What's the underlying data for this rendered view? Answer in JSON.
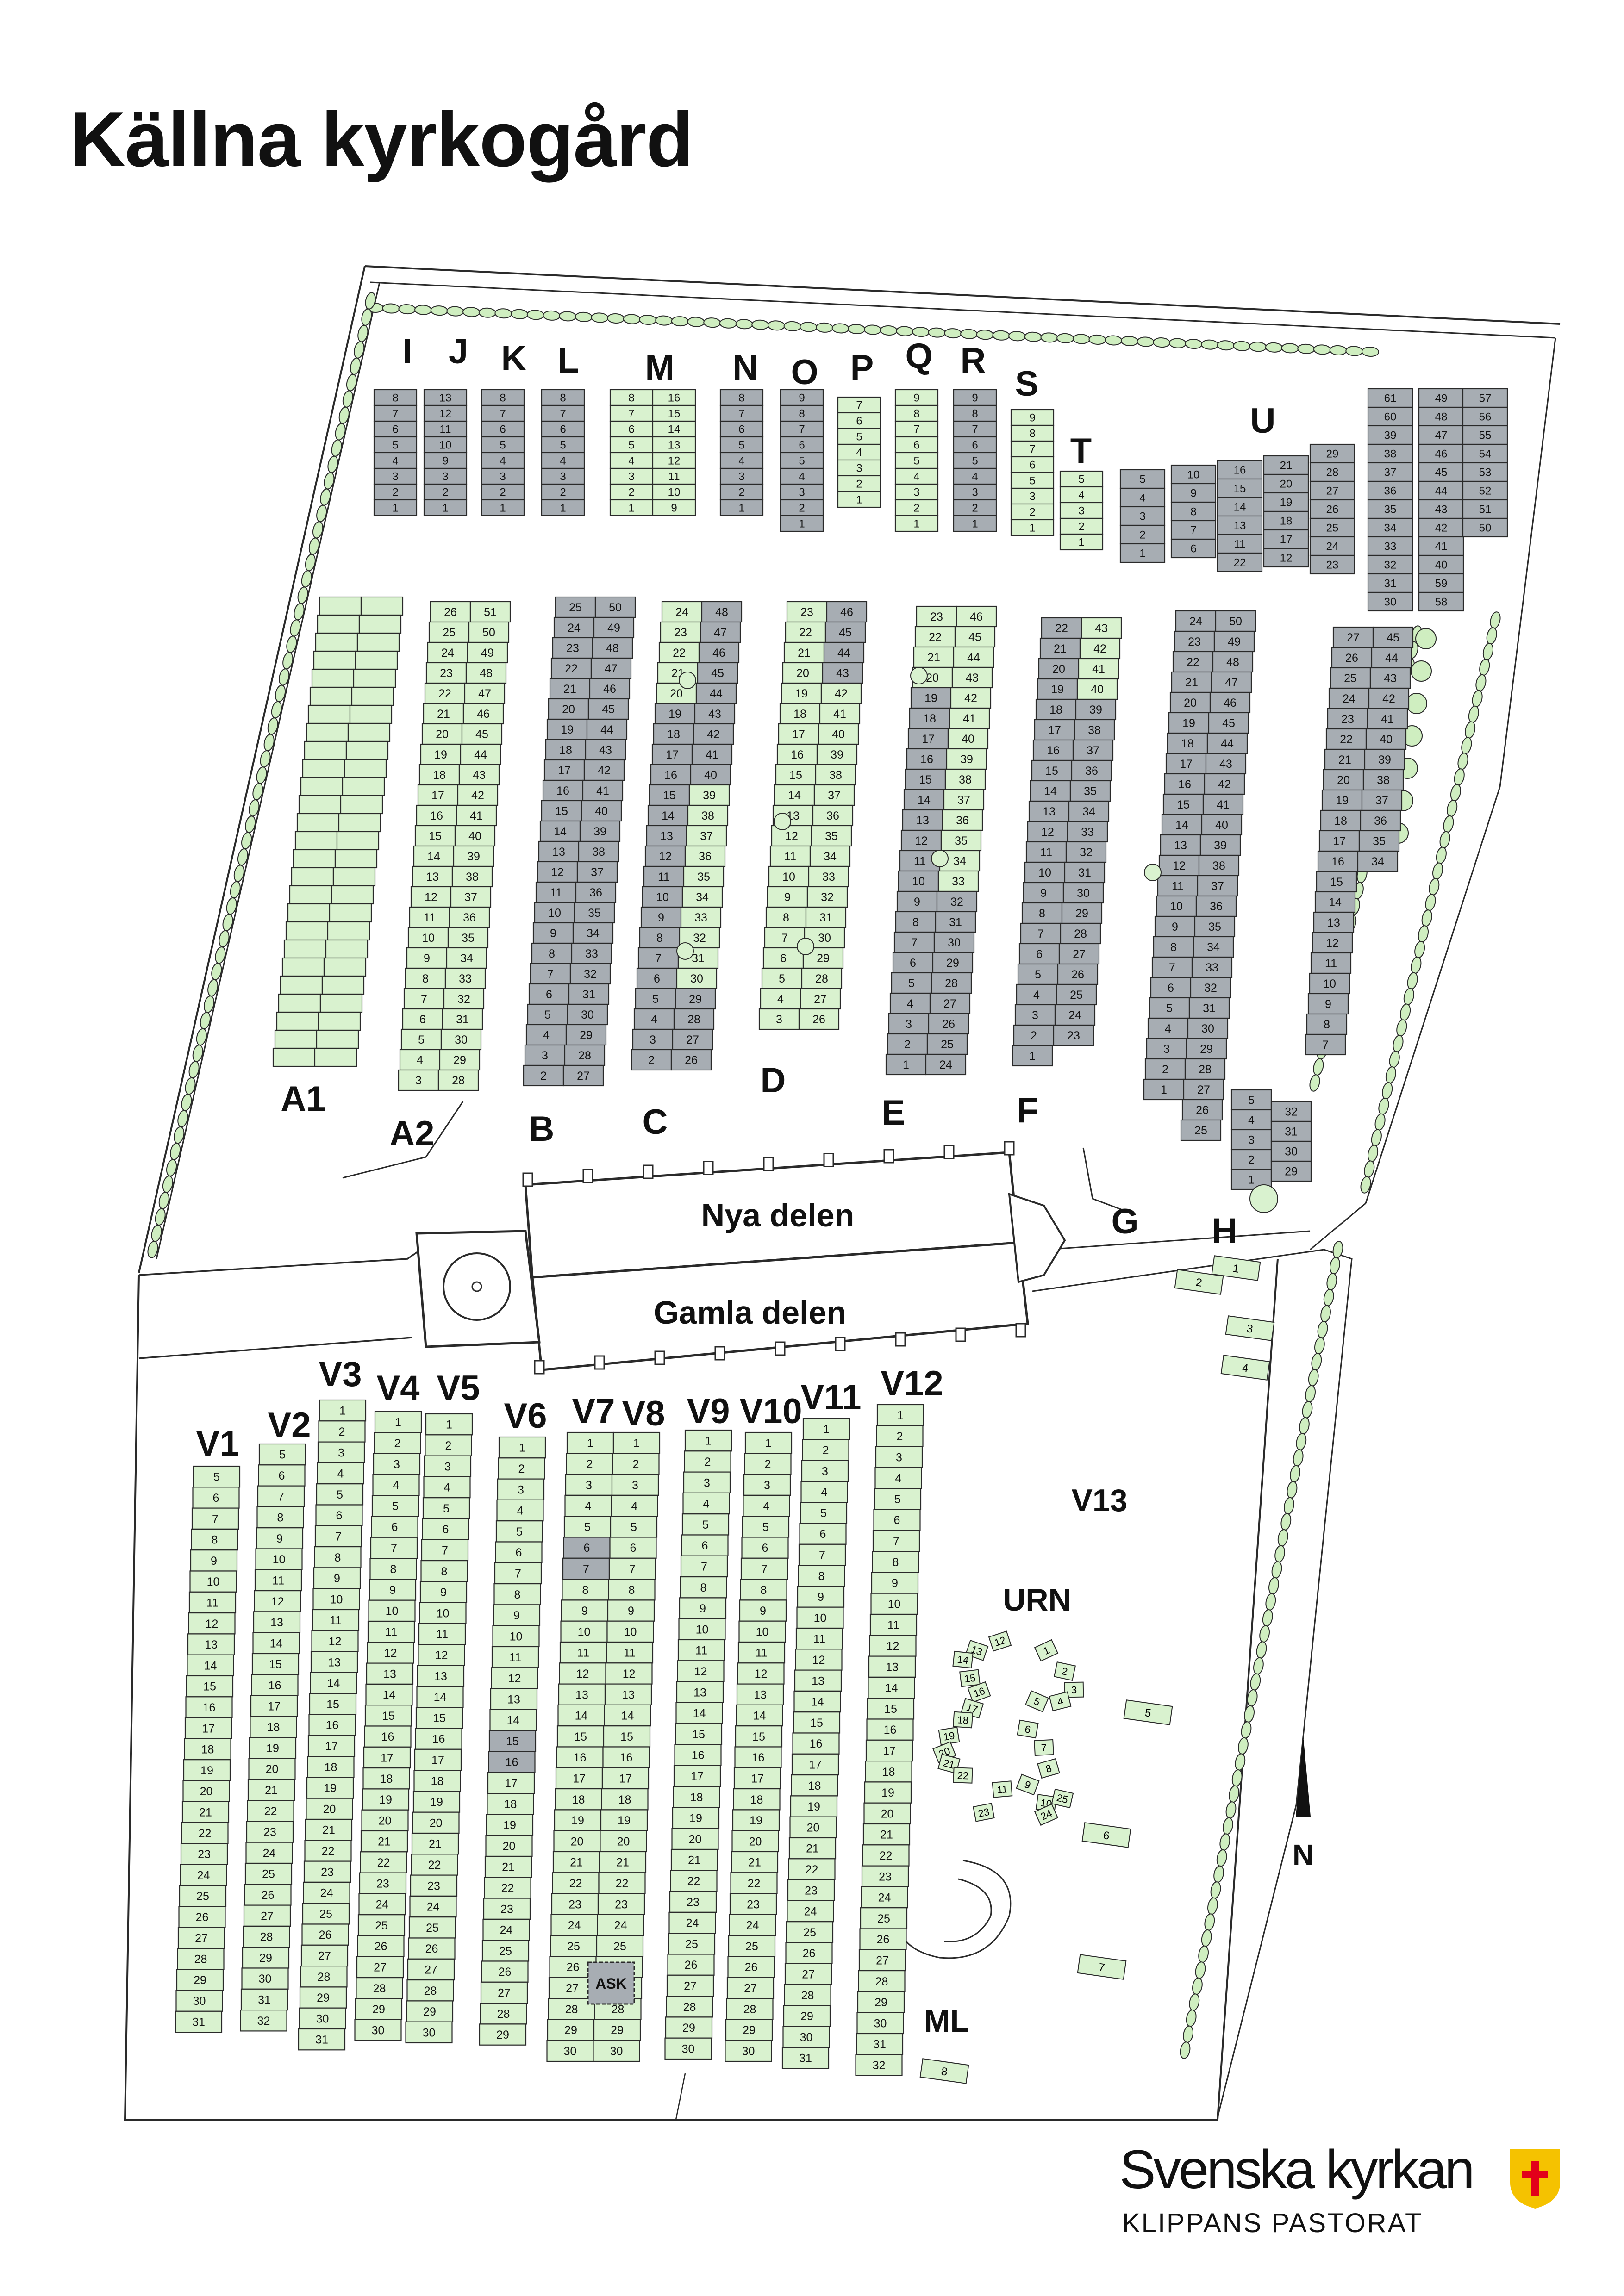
{
  "title": "Källna kyrkogård",
  "buildings": {
    "church_north": "Nya delen",
    "church_south": "Gamla delen",
    "ash_grove": "ASK"
  },
  "areas": {
    "urn": "URN",
    "memorial": "ML",
    "v13": "V13"
  },
  "compass": {
    "label": "N"
  },
  "brand": {
    "name": "Svenska kyrkan",
    "subtitle": "KLIPPANS PASTORAT"
  },
  "colors": {
    "occupied": "#a7adb3",
    "available": "#d9f2cf",
    "stroke": "#2a2a2a",
    "hedge": "#cfeec0",
    "brand_yellow": "#f5c200",
    "brand_red": "#e2001a"
  },
  "legend_meaning": {
    "green": "available plot",
    "grey": "occupied plot"
  },
  "sections": {
    "north": [
      {
        "label": "I",
        "plots": [
          "8",
          "7",
          "6",
          "5",
          "4",
          "3",
          "2",
          "1"
        ]
      },
      {
        "label": "J",
        "plots": [
          "13",
          "12",
          "11",
          "10",
          "9",
          "3",
          "2",
          "1"
        ]
      },
      {
        "label": "K",
        "plots": [
          "8",
          "7",
          "6",
          "5",
          "4",
          "3",
          "2",
          "1"
        ]
      },
      {
        "label": "L",
        "plots": [
          "8",
          "7",
          "6",
          "5",
          "4",
          "3",
          "2",
          "1"
        ]
      },
      {
        "label": "M",
        "plots": [
          "8",
          "7",
          "6",
          "5",
          "4",
          "3",
          "2",
          "1",
          "16",
          "15",
          "14",
          "13",
          "12",
          "11",
          "10",
          "9"
        ]
      },
      {
        "label": "N",
        "plots": [
          "8",
          "7",
          "6",
          "5",
          "4",
          "3",
          "2",
          "1"
        ]
      },
      {
        "label": "O",
        "plots": [
          "9",
          "8",
          "7",
          "6",
          "5",
          "4",
          "3",
          "2",
          "1"
        ]
      },
      {
        "label": "P",
        "plots": [
          "7",
          "6",
          "5",
          "4",
          "3",
          "2",
          "1"
        ]
      },
      {
        "label": "Q",
        "plots": [
          "9",
          "8",
          "7",
          "6",
          "5",
          "4",
          "3",
          "2",
          "1"
        ]
      },
      {
        "label": "R",
        "plots": [
          "9",
          "8",
          "7",
          "6",
          "5",
          "4",
          "3",
          "2",
          "1"
        ]
      },
      {
        "label": "S",
        "plots": [
          "9",
          "8",
          "7",
          "6",
          "5",
          "3",
          "2",
          "1"
        ]
      },
      {
        "label": "T",
        "plots": [
          "5",
          "4",
          "3",
          "2",
          "1"
        ]
      },
      {
        "label": "U",
        "plots": [
          "5",
          "4",
          "3",
          "2",
          "1",
          "10",
          "9",
          "8",
          "7",
          "6",
          "16",
          "15",
          "14",
          "13",
          "11",
          "22",
          "21",
          "20",
          "19",
          "18",
          "17",
          "12",
          "29",
          "28",
          "27",
          "26",
          "25",
          "24",
          "23",
          "61",
          "60",
          "39",
          "38",
          "37",
          "36",
          "35",
          "34",
          "33",
          "32",
          "31",
          "30",
          "49",
          "48",
          "47",
          "46",
          "45",
          "44",
          "43",
          "42",
          "41",
          "40",
          "59",
          "58",
          "57",
          "56",
          "55",
          "54",
          "53",
          "52",
          "51",
          "50"
        ]
      }
    ],
    "middle": [
      {
        "label": "A1",
        "rows": 26
      },
      {
        "label": "A2",
        "left": [
          "26",
          "25",
          "24",
          "23",
          "22",
          "21",
          "20",
          "19",
          "18",
          "17",
          "16",
          "15",
          "14",
          "13",
          "12",
          "11",
          "10",
          "9",
          "8",
          "7",
          "6",
          "5",
          "4",
          "3"
        ],
        "right": [
          "51",
          "50",
          "49",
          "48",
          "47",
          "46",
          "45",
          "44",
          "43",
          "42",
          "41",
          "40",
          "39",
          "38",
          "37",
          "36",
          "35",
          "34",
          "33",
          "32",
          "31",
          "30",
          "29",
          "28"
        ]
      },
      {
        "label": "B",
        "left": [
          "25",
          "24",
          "23",
          "22",
          "21",
          "20",
          "19",
          "18",
          "17",
          "16",
          "15",
          "14",
          "13",
          "12",
          "11",
          "10",
          "9",
          "8",
          "7",
          "6",
          "5",
          "4",
          "3",
          "2"
        ],
        "right": [
          "50",
          "49",
          "48",
          "47",
          "46",
          "45",
          "44",
          "43",
          "42",
          "41",
          "40",
          "39",
          "38",
          "37",
          "36",
          "35",
          "34",
          "33",
          "32",
          "31",
          "30",
          "29",
          "28",
          "27"
        ]
      },
      {
        "label": "C",
        "left": [
          "24",
          "23",
          "22",
          "21",
          "20",
          "19",
          "18",
          "17",
          "16",
          "15",
          "14",
          "13",
          "12",
          "11",
          "10",
          "9",
          "8",
          "7",
          "6",
          "5",
          "4",
          "3",
          "2"
        ],
        "right": [
          "48",
          "47",
          "46",
          "45",
          "44",
          "43",
          "42",
          "41",
          "40",
          "39",
          "38",
          "37",
          "36",
          "35",
          "34",
          "33",
          "32",
          "31",
          "30",
          "29",
          "28",
          "27",
          "26"
        ]
      },
      {
        "label": "D",
        "left": [
          "23",
          "22",
          "21",
          "20",
          "19",
          "18",
          "17",
          "16",
          "15",
          "14",
          "13",
          "12",
          "11",
          "10",
          "9",
          "8",
          "7",
          "6",
          "5",
          "4",
          "3"
        ],
        "right": [
          "46",
          "45",
          "44",
          "43",
          "42",
          "41",
          "40",
          "39",
          "38",
          "37",
          "36",
          "35",
          "34",
          "33",
          "32",
          "31",
          "30",
          "29",
          "28",
          "27",
          "26"
        ]
      },
      {
        "label": "E",
        "left": [
          "23",
          "22",
          "21",
          "20",
          "19",
          "18",
          "17",
          "16",
          "15",
          "14",
          "13",
          "12",
          "11",
          "10",
          "9",
          "8",
          "7",
          "6",
          "5",
          "4",
          "3",
          "2",
          "1"
        ],
        "right": [
          "46",
          "45",
          "44",
          "43",
          "42",
          "41",
          "40",
          "39",
          "38",
          "37",
          "36",
          "35",
          "34",
          "33",
          "32",
          "31",
          "30",
          "29",
          "28",
          "27",
          "26",
          "25",
          "24"
        ]
      },
      {
        "label": "F",
        "left": [
          "22",
          "21",
          "20",
          "19",
          "18",
          "17",
          "16",
          "15",
          "14",
          "13",
          "12",
          "11",
          "10",
          "9",
          "8",
          "7",
          "6",
          "5",
          "4",
          "3",
          "2",
          "1"
        ],
        "right": [
          "43",
          "42",
          "41",
          "40",
          "39",
          "38",
          "37",
          "36",
          "35",
          "34",
          "33",
          "32",
          "31",
          "30",
          "29",
          "28",
          "27",
          "26",
          "25",
          "24",
          "23"
        ]
      },
      {
        "label": "G",
        "left": [
          "24",
          "23",
          "22",
          "21",
          "20",
          "19",
          "18",
          "17",
          "16",
          "15",
          "14",
          "13",
          "12",
          "11",
          "10",
          "9",
          "8",
          "7",
          "6",
          "5",
          "4",
          "3",
          "2",
          "1"
        ],
        "right": [
          "50",
          "49",
          "48",
          "47",
          "46",
          "45",
          "44",
          "43",
          "42",
          "41",
          "40",
          "39",
          "38",
          "37",
          "36",
          "35",
          "34",
          "33",
          "32",
          "31",
          "30",
          "29",
          "28",
          "27",
          "26",
          "25"
        ]
      },
      {
        "label": "H",
        "left": [
          "27",
          "26",
          "25",
          "24",
          "23",
          "22",
          "21",
          "20",
          "19",
          "18",
          "17",
          "16",
          "15",
          "14",
          "13",
          "12",
          "11",
          "10",
          "9",
          "8",
          "7"
        ],
        "right": [
          "45",
          "44",
          "43",
          "42",
          "41",
          "40",
          "39",
          "38",
          "37",
          "36",
          "35",
          "34"
        ],
        "lower_left": [
          "5",
          "4",
          "3",
          "2",
          "1"
        ],
        "lower_right": [
          "32",
          "31",
          "30",
          "29"
        ]
      }
    ],
    "south": [
      {
        "label": "V1",
        "first": 5,
        "last": 31
      },
      {
        "label": "V2",
        "first": 5,
        "last": 32
      },
      {
        "label": "V3",
        "first": 1,
        "last": 31
      },
      {
        "label": "V4",
        "first": 1,
        "last": 30
      },
      {
        "label": "V5",
        "first": 1,
        "last": 30
      },
      {
        "label": "V6",
        "first": 1,
        "last": 29
      },
      {
        "label": "V7",
        "first": 1,
        "last": 30
      },
      {
        "label": "V8",
        "first": 1,
        "last": 30
      },
      {
        "label": "V9",
        "first": 1,
        "last": 30
      },
      {
        "label": "V10",
        "first": 1,
        "last": 30
      },
      {
        "label": "V11",
        "first": 1,
        "last": 31
      },
      {
        "label": "V12",
        "first": 1,
        "last": 32
      }
    ],
    "urn_plots": [
      "1",
      "2",
      "3",
      "4",
      "5",
      "6",
      "7",
      "8",
      "9",
      "10",
      "11",
      "12",
      "13",
      "14",
      "15",
      "16",
      "17",
      "18",
      "19",
      "20",
      "21",
      "22",
      "23",
      "24",
      "25"
    ],
    "v13_plots": [
      "1",
      "2",
      "3",
      "4",
      "5",
      "6",
      "7",
      "8"
    ]
  }
}
